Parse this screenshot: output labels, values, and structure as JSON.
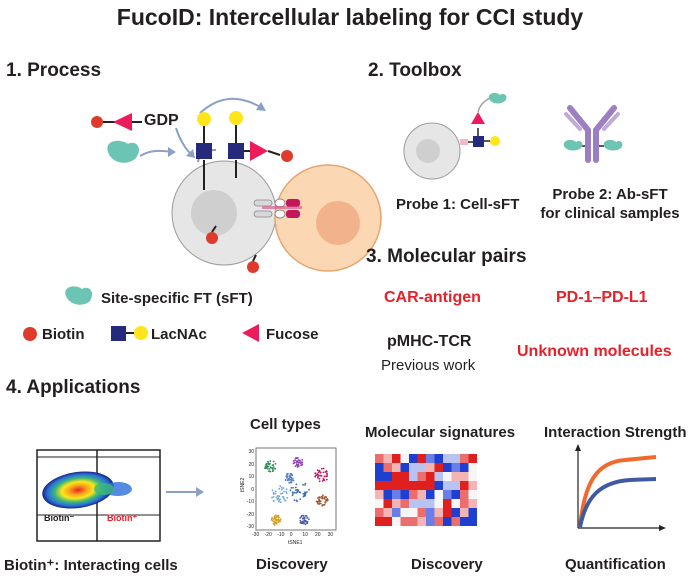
{
  "title": "FucoID: Intercellular labeling for CCI study",
  "process": {
    "heading": "1. Process",
    "gdp": "GDP",
    "legend_sft": "Site-specific FT (sFT)",
    "legend_biotin": "Biotin",
    "legend_lacnac": "LacNAc",
    "legend_fucose": "Fucose"
  },
  "toolbox": {
    "heading": "2. Toolbox",
    "probe1": "Probe 1: Cell-sFT",
    "probe2_line1": "Probe 2: Ab-sFT",
    "probe2_line2": "for clinical samples"
  },
  "pairs": {
    "heading": "3. Molecular pairs",
    "car": "CAR-antigen",
    "pd1": "PD-1–PD-L1",
    "pmhc": "pMHC-TCR",
    "previous": "Previous work",
    "unknown": "Unknown molecules"
  },
  "applications": {
    "heading": "4. Applications",
    "biotin_neg": "Biotin⁻",
    "biotin_pos": "Biotin⁺",
    "caption_left": "Biotin⁺: Interacting cells",
    "cell_types": "Cell types",
    "mol_sig": "Molecular signatures",
    "interaction": "Interaction Strength",
    "discovery1": "Discovery",
    "discovery2": "Discovery",
    "quantification": "Quantification",
    "tsne_y": "tSNE2",
    "tsne_x": "tSNE1",
    "tsne_yticks": [
      "30",
      "20",
      "10",
      "0",
      "-10",
      "-20",
      "-30"
    ],
    "tsne_xticks": [
      "-30",
      "-20",
      "-10",
      "0",
      "10",
      "20",
      "30"
    ]
  },
  "colors": {
    "red": "#e8202a",
    "biotin": "#e03a2c",
    "lacnac_square": "#262a7c",
    "lacnac_circle": "#ffe51a",
    "fucose": "#ec1c5c",
    "sft": "#6cc5b4"
  }
}
